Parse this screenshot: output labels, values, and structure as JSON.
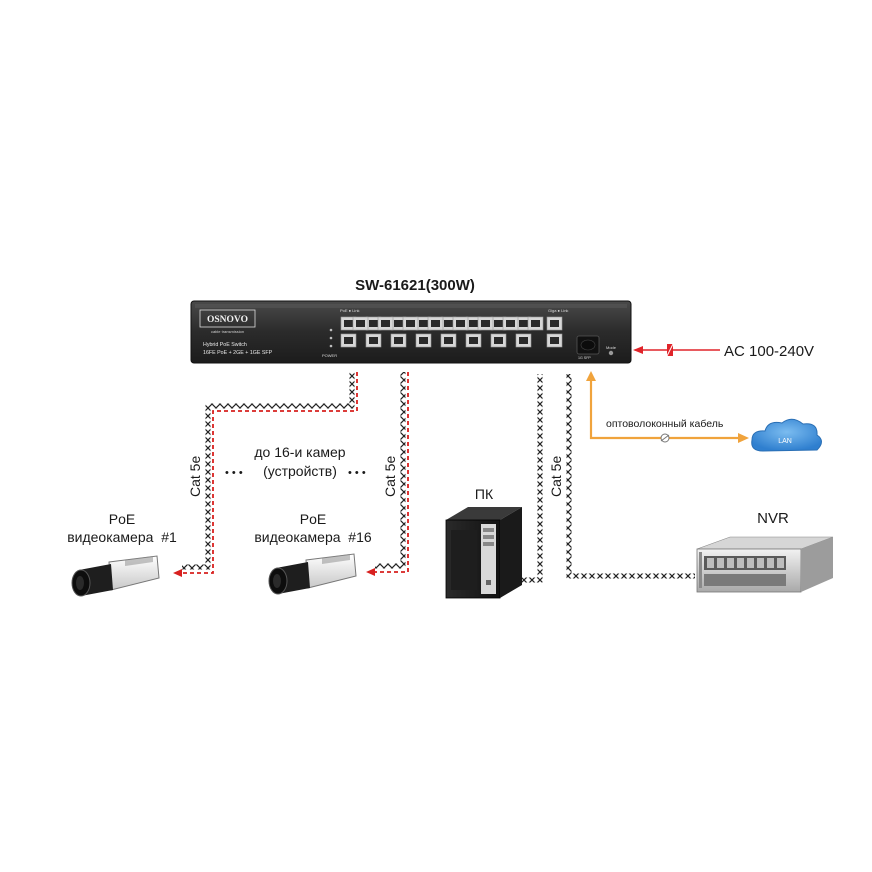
{
  "switch": {
    "model": "SW-61621(300W)",
    "brand": "OSNOVO",
    "brand_tagline": "cable transmission",
    "panel_line1": "Hybrid PoE Switch",
    "panel_line2": "16FE PoE + 2GE + 1GE SFP",
    "power_label": "POWER",
    "port_header_left": "PoE ● Link",
    "port_header_right": "Giga ● Link",
    "mode_label": "Mode",
    "sfp_label": "1G SFP"
  },
  "power": {
    "label": "AC 100-240V"
  },
  "fiber": {
    "label": "оптоволоконный кабель"
  },
  "lan": {
    "label": "LAN"
  },
  "cables": {
    "cat5e_left": "Cat 5e",
    "cat5e_mid": "Cat 5e",
    "cat5e_pc": "Cat 5e"
  },
  "cameras_note": {
    "line1": "до 16-и камер",
    "line2": "(устройств)",
    "dots": "• • •"
  },
  "camera1": {
    "line1": "PoE",
    "line2": "видеокамера  #1"
  },
  "camera16": {
    "line1": "PoE",
    "line2": "видеокамера  #16"
  },
  "pc": {
    "label": "ПК"
  },
  "nvr": {
    "label": "NVR"
  },
  "colors": {
    "switch_body": "#2b2b2b",
    "power_arrow": "#e0242a",
    "fiber": "#f0a33c",
    "poe_dash": "#d8201f",
    "lan_cloud": "#3f8fd8"
  }
}
